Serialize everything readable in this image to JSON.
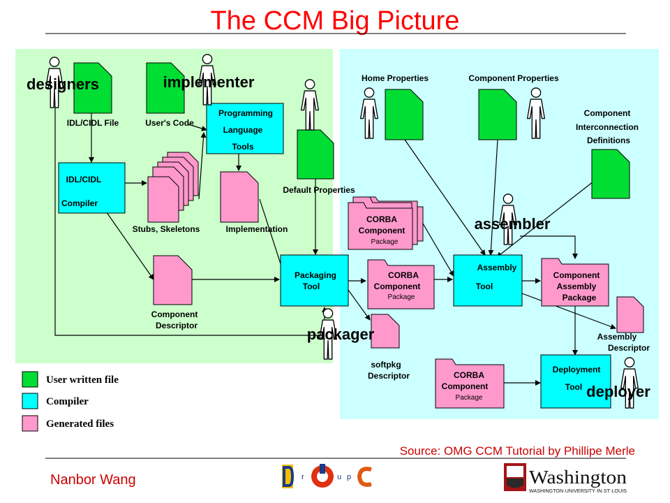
{
  "title": "The CCM Big Picture",
  "roles": {
    "designers": "designers",
    "implementer": "implementer",
    "assembler": "assembler",
    "packager": "packager",
    "deployer": "deployer"
  },
  "labels": {
    "idl_file": "IDL/CIDL File",
    "users_code": "User's Code",
    "prog_line1": "Programming",
    "prog_line2": "Language",
    "prog_line3": "Tools",
    "idl_line1": "IDL/CIDL",
    "idl_line2": "Compiler",
    "stubs": "Stubs, Skeletons",
    "implementation": "Implementation",
    "default_props": "Default Properties",
    "comp_desc_line1": "Component",
    "comp_desc_line2": "Descriptor",
    "packaging_line1": "Packaging",
    "packaging_line2": "Tool",
    "home_props": "Home Properties",
    "comp_props": "Component Properties",
    "cid_line1": "Component",
    "cid_line2": "Interconnection",
    "cid_line3": "Definitions",
    "corba_line1": "CORBA",
    "corba_line2": "Component",
    "corba_line3": "Package",
    "assembly_line1": "Assembly",
    "assembly_line2": "Tool",
    "cap_line1": "Component",
    "cap_line2": "Assembly",
    "cap_line3": "Package",
    "asm_desc_line1": "Assembly",
    "asm_desc_line2": "Descriptor",
    "softpkg_line1": "softpkg",
    "softpkg_line2": "Descriptor",
    "deploy_line1": "Deployment",
    "deploy_line2": "Tool"
  },
  "legend": {
    "user_written": "User written file",
    "compiler": "Compiler",
    "generated": "Generated files"
  },
  "source": "Source: OMG CCM Tutorial by Phillipe Merle",
  "author": "Nanbor Wang",
  "logos": {
    "doc": "DOC",
    "washington": "Washington",
    "university": "WASHINGTON·UNIVERSITY·IN·ST·LOUIS"
  },
  "colors": {
    "user_file": "#00dd33",
    "tool": "#00ffff",
    "generated": "#ff99cc",
    "left_panel": "#ccffcc",
    "right_panel": "#ccffff",
    "title": "#ff0000"
  }
}
